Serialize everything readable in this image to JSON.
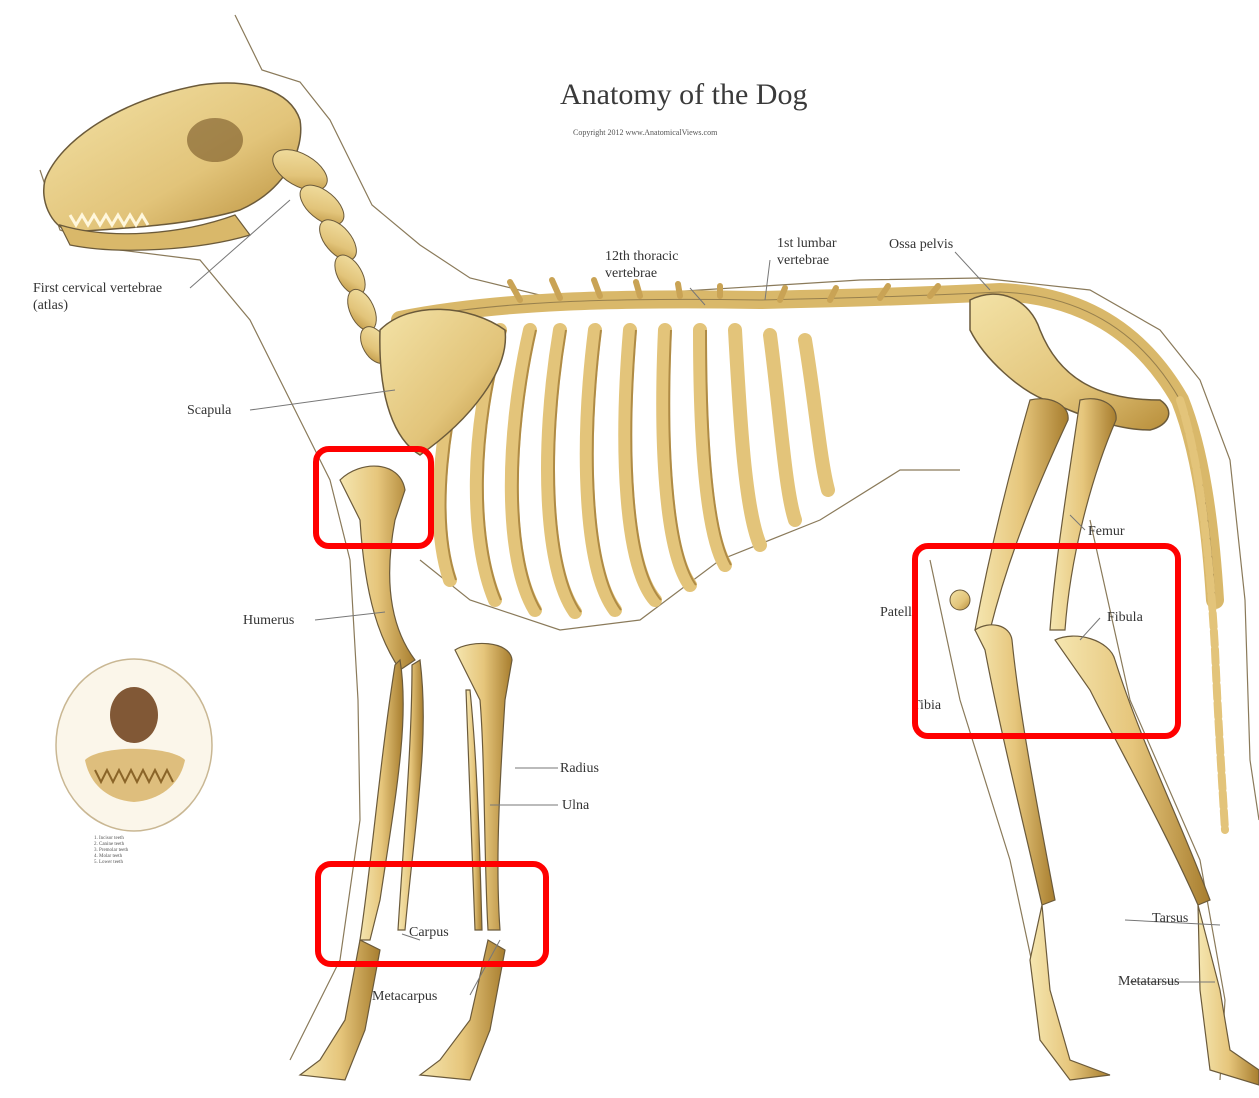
{
  "title": "Anatomy of the Dog",
  "copyright": "Copyright 2012 www.AnatomicalViews.com",
  "labels": {
    "atlas_line1": "First cervical vertebrae",
    "atlas_line2": "(atlas)",
    "thoracic_line1": "12th thoracic",
    "thoracic_line2": "vertebrae",
    "lumbar_line1": "1st lumbar",
    "lumbar_line2": "vertebrae",
    "ossa_pelvis": "Ossa pelvis",
    "scapula": "Scapula",
    "humerus": "Humerus",
    "radius": "Radius",
    "ulna": "Ulna",
    "carpus": "Carpus",
    "metacarpus": "Metacarpus",
    "femur": "Femur",
    "patella": "Patella",
    "fibula": "Fibula",
    "tibia": "Tibia",
    "tarsus": "Tarsus",
    "metatarsus": "Metatarsus"
  },
  "inset_caption": [
    "1. Incisor teeth",
    "2. Canine teeth",
    "3. Premolar teeth",
    "4. Molar teeth",
    "5. Lower teeth"
  ],
  "colors": {
    "bone": "#e8cf8a",
    "bone_shade": "#b8923c",
    "outline": "#6b5a3a",
    "highlight_box": "#ff0000"
  }
}
